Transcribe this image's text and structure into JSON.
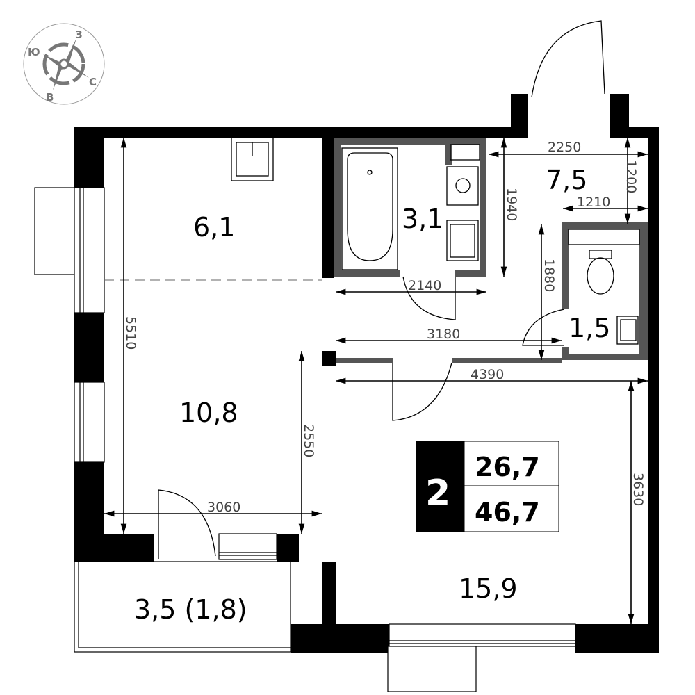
{
  "compass": {
    "labels": {
      "north": "З",
      "west": "Ю",
      "east": "С",
      "south": "В"
    }
  },
  "rooms": {
    "kitchen": "6,1",
    "bathroom": "3,1",
    "hall": "7,5",
    "toilet": "1,5",
    "living_kitchen": "10,8",
    "bedroom": "15,9",
    "balcony": "3,5 (1,8)"
  },
  "summary": {
    "rooms_count": "2",
    "living_area": "26,7",
    "total_area": "46,7"
  },
  "dimensions": {
    "d2250": "2250",
    "d1200": "1200",
    "d1210": "1210",
    "d1940": "1940",
    "d2140": "2140",
    "d1880": "1880",
    "d3180": "3180",
    "d4390": "4390",
    "d5510": "5510",
    "d2550": "2550",
    "d3060": "3060",
    "d3630": "3630"
  },
  "colors": {
    "wall": "#000000",
    "inner_wall": "#555555",
    "dim_text": "#444444"
  }
}
